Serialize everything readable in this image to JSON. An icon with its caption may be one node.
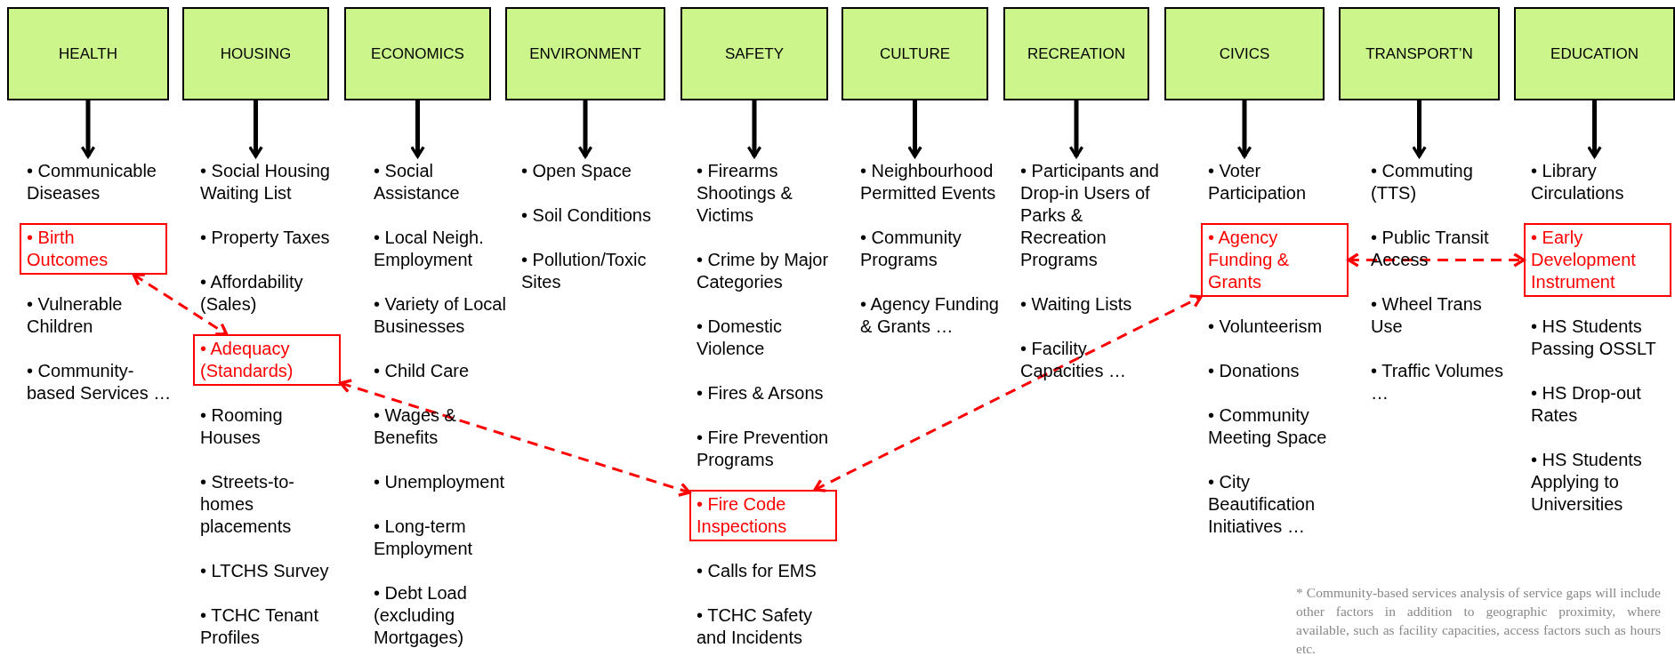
{
  "diagram": {
    "nodes": [
      {
        "text": [
          "HEALTH"
        ]
      },
      {
        "text": [
          "HOUSING"
        ]
      },
      {
        "text": [
          "ECONOMICS"
        ]
      },
      {
        "text": [
          "ENVIRONMENT"
        ]
      },
      {
        "text": [
          "SAFETY"
        ]
      },
      {
        "text": [
          "CULTURE"
        ]
      },
      {
        "text": [
          "RECREATION"
        ]
      },
      {
        "text": [
          "CIVICS"
        ]
      },
      {
        "text": [
          "TRANSPORT’N"
        ]
      },
      {
        "text": [
          "EDUCATION"
        ]
      },
      {
        "text": [
          "• Communicable Diseases"
        ]
      },
      {
        "text": [
          "• Social Housing Waiting List"
        ]
      },
      {
        "text": [
          "• Social Assistance"
        ]
      },
      {
        "text": [
          "• Open Space"
        ]
      },
      {
        "text": [
          "• Firearms Shootings & Victims"
        ]
      },
      {
        "text": [
          "• Neighbourhood Permitted Events"
        ]
      },
      {
        "text": [
          "• Participants and Drop-in Users of Parks & Recreation Programs"
        ]
      },
      {
        "text": [
          "• Voter Participation"
        ]
      },
      {
        "text": [
          "• Commuting (TTS)"
        ]
      },
      {
        "text": [
          "• Library Circulations"
        ]
      },
      {
        "text": [
          "• Birth Outcomes"
        ]
      },
      {
        "text": [
          "• Adequacy (Standards)"
        ]
      },
      {
        "text": [
          "• Fire Code Inspections"
        ]
      },
      {
        "text": [
          "• Agency Funding & Grants"
        ]
      },
      {
        "text": [
          "• Early Development Instrument"
        ]
      }
    ],
    "edges": [
      {
        "from": 0,
        "to": 10,
        "arrow": "to"
      },
      {
        "from": 1,
        "to": 11,
        "arrow": "to"
      },
      {
        "from": 2,
        "to": 12,
        "arrow": "to"
      },
      {
        "from": 3,
        "to": 13,
        "arrow": "to"
      },
      {
        "from": 4,
        "to": 14,
        "arrow": "to"
      },
      {
        "from": 5,
        "to": 15,
        "arrow": "to"
      },
      {
        "from": 6,
        "to": 16,
        "arrow": "to"
      },
      {
        "from": 7,
        "to": 17,
        "arrow": "to"
      },
      {
        "from": 8,
        "to": 18,
        "arrow": "to"
      },
      {
        "from": 9,
        "to": 19,
        "arrow": "to"
      },
      {
        "from": 20,
        "to": 21,
        "arrow": "both",
        "style": "dashed",
        "color": "#ff0000"
      },
      {
        "from": 21,
        "to": 22,
        "arrow": "both",
        "style": "dashed",
        "color": "#ff0000"
      },
      {
        "from": 22,
        "to": 23,
        "arrow": "both",
        "style": "dashed",
        "color": "#ff0000"
      },
      {
        "from": 23,
        "to": 24,
        "arrow": "both",
        "style": "dashed",
        "color": "#ff0000"
      }
    ],
    "labels": [
      "• Vulnerable Children",
      "• Community-based Services …",
      "• Property Taxes",
      "• Affordability (Sales)",
      "• Rooming Houses",
      "• Streets-to-homes placements",
      "• LTCHS Survey",
      "• TCHC Tenant Profiles",
      "• Local Neigh. Employment",
      "• Variety of Local Businesses",
      "• Child Care",
      "• Wages & Benefits",
      "• Unemployment",
      "• Long-term Employment",
      "• Debt Load (excluding Mortgages)",
      "• Soil Conditions",
      "• Pollution/Toxic Sites",
      "• Crime by Major Categories",
      "• Domestic Violence",
      "• Fires & Arsons",
      "• Fire Prevention Programs",
      "• Calls for EMS",
      "• TCHC Safety and Incidents",
      "• Community Programs",
      "• Agency Funding & Grants …",
      "• Waiting Lists",
      "• Facility Capacities …",
      "• Volunteerism",
      "• Donations",
      "• Community Meeting Space",
      "• City Beautification Initiatives …",
      "• Public Transit Access",
      "• Wheel Trans Use",
      "• Traffic Volumes …",
      "• HS Students Passing OSSLT",
      "• HS Drop-out Rates",
      "• HS Students Applying to Universities",
      "* Community-based services analysis of service gaps will include other factors in addition to geographic proximity, where available, such as facility capacities, access factors such as hours etc."
    ]
  }
}
